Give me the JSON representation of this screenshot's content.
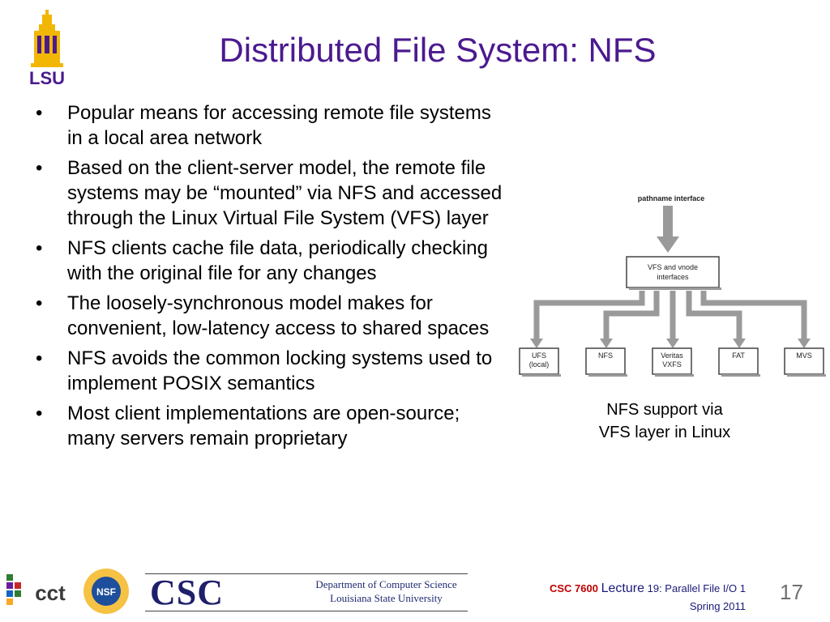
{
  "slide": {
    "title": "Distributed File System: NFS",
    "bullets": [
      "Popular means for accessing remote file systems in a local area network",
      "Based on the client-server model, the remote file systems may be “mounted” via NFS and accessed through the Linux Virtual File System (VFS) layer",
      "NFS clients cache file data, periodically checking with the original file  for any changes",
      "The loosely-synchronous model makes for convenient, low-latency access to shared spaces",
      "NFS avoids the common locking systems used to implement POSIX semantics",
      "Most client implementations are open-source; many servers remain proprietary"
    ],
    "bullet_symbol": "•"
  },
  "diagram": {
    "top_label": "pathname interface",
    "center_box": [
      "VFS and vnode",
      "interfaces"
    ],
    "leaf_boxes": [
      [
        "UFS",
        "(local)"
      ],
      [
        "NFS"
      ],
      [
        "Veritas",
        "VXFS"
      ],
      [
        "FAT"
      ],
      [
        "MVS"
      ]
    ],
    "caption_lines": [
      "NFS support via",
      "VFS layer in Linux"
    ]
  },
  "footer": {
    "logo_lsu": "LSU",
    "logo_cct": "cct",
    "logo_nsf": "NSF",
    "csc": "CSC",
    "dept_line1": "Department of Computer Science",
    "dept_line2": "Louisiana State University",
    "course_code": "CSC 7600",
    "lecture_word": "Lecture",
    "lecture_rest": "19: Parallel File I/O 1",
    "term": "Spring 2011",
    "page_number": "17"
  },
  "colors": {
    "title": "#4b1a8f",
    "lsu_purple": "#4b1a8f",
    "lsu_gold": "#f2b705",
    "arrow_gray": "#8a8a8a"
  }
}
